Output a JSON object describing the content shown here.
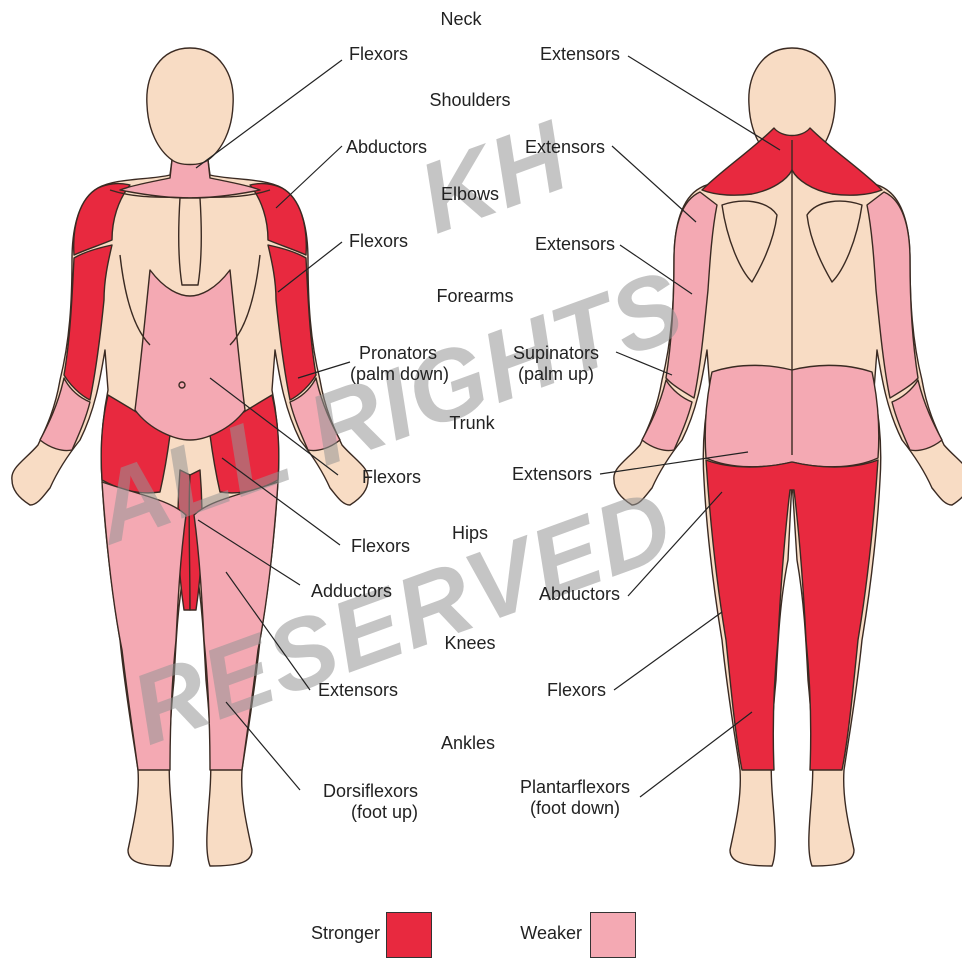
{
  "colors": {
    "stronger": "#e8293f",
    "weaker": "#f4a9b3",
    "skin": "#f8dcc4",
    "outline": "#3a2a22"
  },
  "joints": {
    "neck": "Neck",
    "shoulders": "Shoulders",
    "elbows": "Elbows",
    "forearms": "Forearms",
    "trunk": "Trunk",
    "hips": "Hips",
    "knees": "Knees",
    "ankles": "Ankles"
  },
  "front": {
    "neck_flexors": "Flexors",
    "shoulder_abductors": "Abductors",
    "elbow_flexors": "Flexors",
    "forearm_pronators": "Pronators",
    "forearm_pronators_note": "(palm down)",
    "trunk_flexors": "Flexors",
    "hip_flexors": "Flexors",
    "hip_adductors": "Adductors",
    "knee_extensors": "Extensors",
    "ankle_dorsiflexors": "Dorsiflexors",
    "ankle_dorsiflexors_note": "(foot up)"
  },
  "back": {
    "neck_extensors": "Extensors",
    "shoulder_extensors": "Extensors",
    "elbow_extensors": "Extensors",
    "forearm_supinators": "Supinators",
    "forearm_supinators_note": "(palm up)",
    "trunk_extensors": "Extensors",
    "hip_abductors": "Abductors",
    "knee_flexors": "Flexors",
    "ankle_plantarflexors": "Plantarflexors",
    "ankle_plantarflexors_note": "(foot down)"
  },
  "legend": {
    "stronger": "Stronger",
    "weaker": "Weaker"
  },
  "watermark": {
    "line1": "KH",
    "line2": "ALL RIGHTS",
    "line3": "RESERVED"
  }
}
